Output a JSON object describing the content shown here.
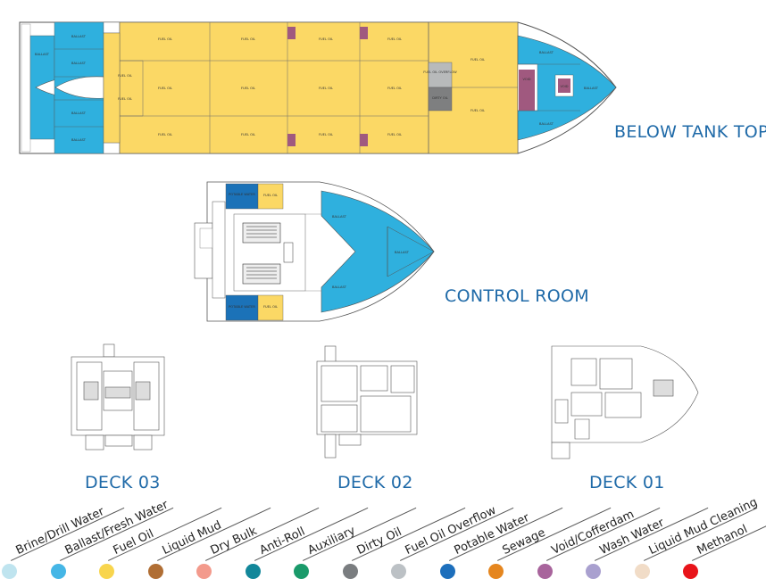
{
  "titles": {
    "below_tank_top": "BELOW TANK TOP",
    "control_room": "CONTROL ROOM",
    "deck03": "DECK 03",
    "deck02": "DECK 02",
    "deck01": "DECK 01"
  },
  "tank_labels": {
    "ballast": "BALLAST",
    "fuel_oil": "FUEL OIL",
    "fuel_oil_overflow": "FUEL OIL OVERFLOW",
    "dirty_oil": "DIRTY OIL",
    "void": "VOID",
    "potable_water": "POTABLE WATER"
  },
  "legend": [
    {
      "label": "Brine/Drill Water",
      "color": "#bfe4ef"
    },
    {
      "label": "Ballast/Fresh Water",
      "color": "#45b6e6"
    },
    {
      "label": "Fuel Oil",
      "color": "#f8d54e"
    },
    {
      "label": "Liquid Mud",
      "color": "#b06e34"
    },
    {
      "label": "Dry Bulk",
      "color": "#f39a8c"
    },
    {
      "label": "Anti-Roll",
      "color": "#12879a"
    },
    {
      "label": "Auxiliary",
      "color": "#1a9a6a"
    },
    {
      "label": "Dirty Oil",
      "color": "#7a7d80"
    },
    {
      "label": "Fuel Oil Overflow",
      "color": "#bcc1c5"
    },
    {
      "label": "Potable Water",
      "color": "#1d6fbc"
    },
    {
      "label": "Sewage",
      "color": "#e5861f"
    },
    {
      "label": "Void/Cofferdam",
      "color": "#a8649c"
    },
    {
      "label": "Wash Water",
      "color": "#a9a0cf"
    },
    {
      "label": "Liquid Mud Cleaning",
      "color": "#f1dcc7"
    },
    {
      "label": "Methanol",
      "color": "#e8141a"
    }
  ],
  "colors": {
    "fuel": "#fbd865",
    "ballast": "#2fb0de",
    "void": "#a0597f",
    "dirty": "#7e7f80",
    "overflow": "#b8babb",
    "potable": "#1b72b8",
    "title": "#1f6aa8"
  }
}
